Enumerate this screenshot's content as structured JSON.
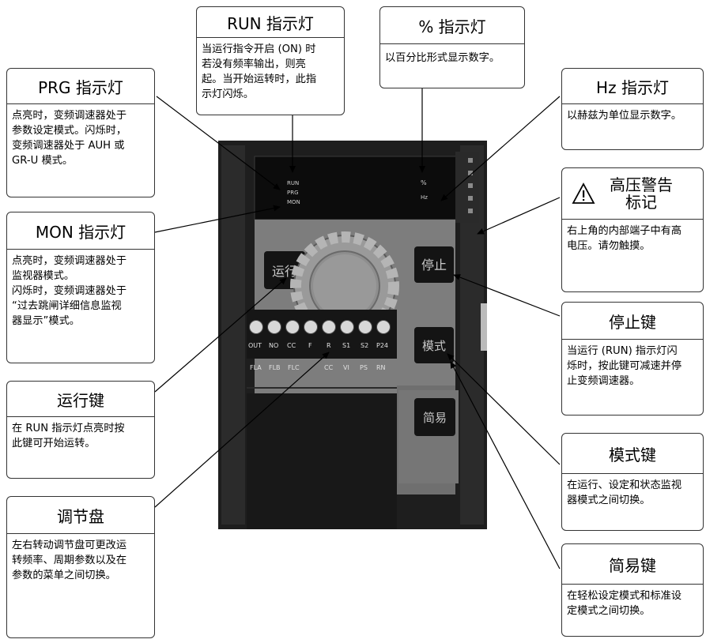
{
  "callouts": {
    "run_led": {
      "title": "RUN 指示灯",
      "text": "当运行指令开启 (ON) 时\n若没有频率输出，则亮\n起。当开始运转时，此指\n示灯闪烁。"
    },
    "pct_led": {
      "title": "% 指示灯",
      "text": "以百分比形式显示数字。"
    },
    "prg_led": {
      "title": "PRG 指示灯",
      "text": "点亮时，变频调速器处于\n参数设定模式。闪烁时，\n变频调速器处于 AUH 或\nGR-U 模式。"
    },
    "hz_led": {
      "title": "Hz 指示灯",
      "text": "以赫兹为单位显示数字。"
    },
    "hv_warning": {
      "title": "高压警告\n标记",
      "text": "右上角的内部端子中有高\n电压。请勿触摸。"
    },
    "mon_led": {
      "title": "MON 指示灯",
      "text": "点亮时，变频调速器处于\n监视器模式。\n闪烁时，变频调速器处于\n“过去跳闸详细信息监视\n器显示”模式。"
    },
    "stop_key": {
      "title": "停止键",
      "text": "当运行 (RUN) 指示灯闪\n烁时，按此键可减速并停\n止变频调速器。"
    },
    "run_key": {
      "title": "运行键",
      "text": "在 RUN 指示灯点亮时按\n此键可开始运转。"
    },
    "mode_key": {
      "title": "模式键",
      "text": "在运行、设定和状态监视\n器模式之间切换。"
    },
    "dial": {
      "title": "调节盘",
      "text": "左右转动调节盘可更改运\n转频率、周期参数以及在\n参数的菜单之间切换。"
    },
    "easy_key": {
      "title": "简易键",
      "text": "在轻松设定模式和标准设\n定模式之间切换。"
    }
  },
  "device": {
    "led_labels": [
      "RUN",
      "PRG",
      "MON"
    ],
    "unit_labels": [
      "%",
      "Hz"
    ],
    "keys": {
      "run": "运行",
      "stop": "停止",
      "mode": "模式",
      "easy": "简易"
    },
    "relay_terminals": [
      "FLA",
      "FLB",
      "FLC"
    ],
    "upper_terminals": [
      "CC",
      "VI",
      "PS",
      "RN"
    ],
    "lower_terminals": [
      "OUT",
      "NO",
      "CC",
      "F",
      "R",
      "S1",
      "S2",
      "P24"
    ]
  },
  "colors": {
    "box_border": "#333333",
    "panel_gray": "#7d7d7d",
    "housing": "#1e1e1e",
    "key_bg": "#141414",
    "key_text": "#c8c8c8"
  }
}
